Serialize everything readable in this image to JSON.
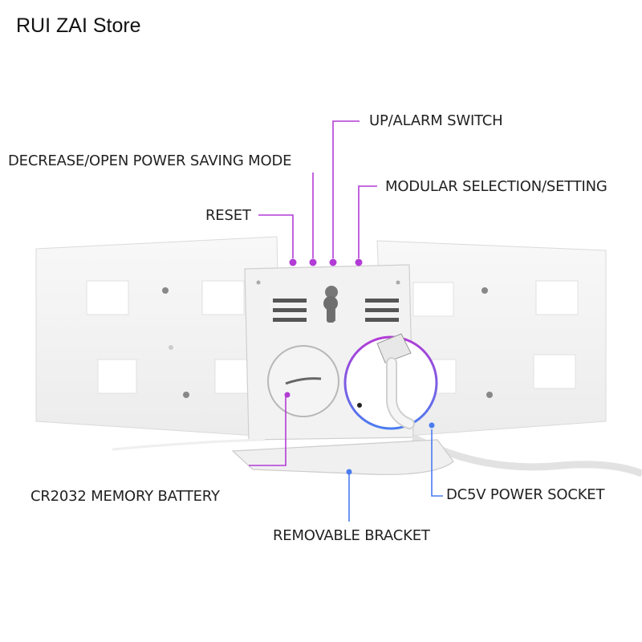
{
  "store_name": "RUI ZAI Store",
  "labels": {
    "up_alarm": "UP/ALARM SWITCH",
    "decrease": "DECREASE/OPEN POWER SAVING MODE",
    "modular": "MODULAR SELECTION/SETTING",
    "reset": "RESET",
    "battery": "CR2032 MEMORY BATTERY",
    "power_socket": "DC5V POWER SOCKET",
    "bracket": "REMOVABLE BRACKET"
  },
  "colors": {
    "accent": "#b23cd6",
    "accent_blue": "#4a7cf0",
    "clock_body": "#f4f4f4",
    "clock_edge": "#d8d8d8",
    "window": "#ffffff"
  }
}
